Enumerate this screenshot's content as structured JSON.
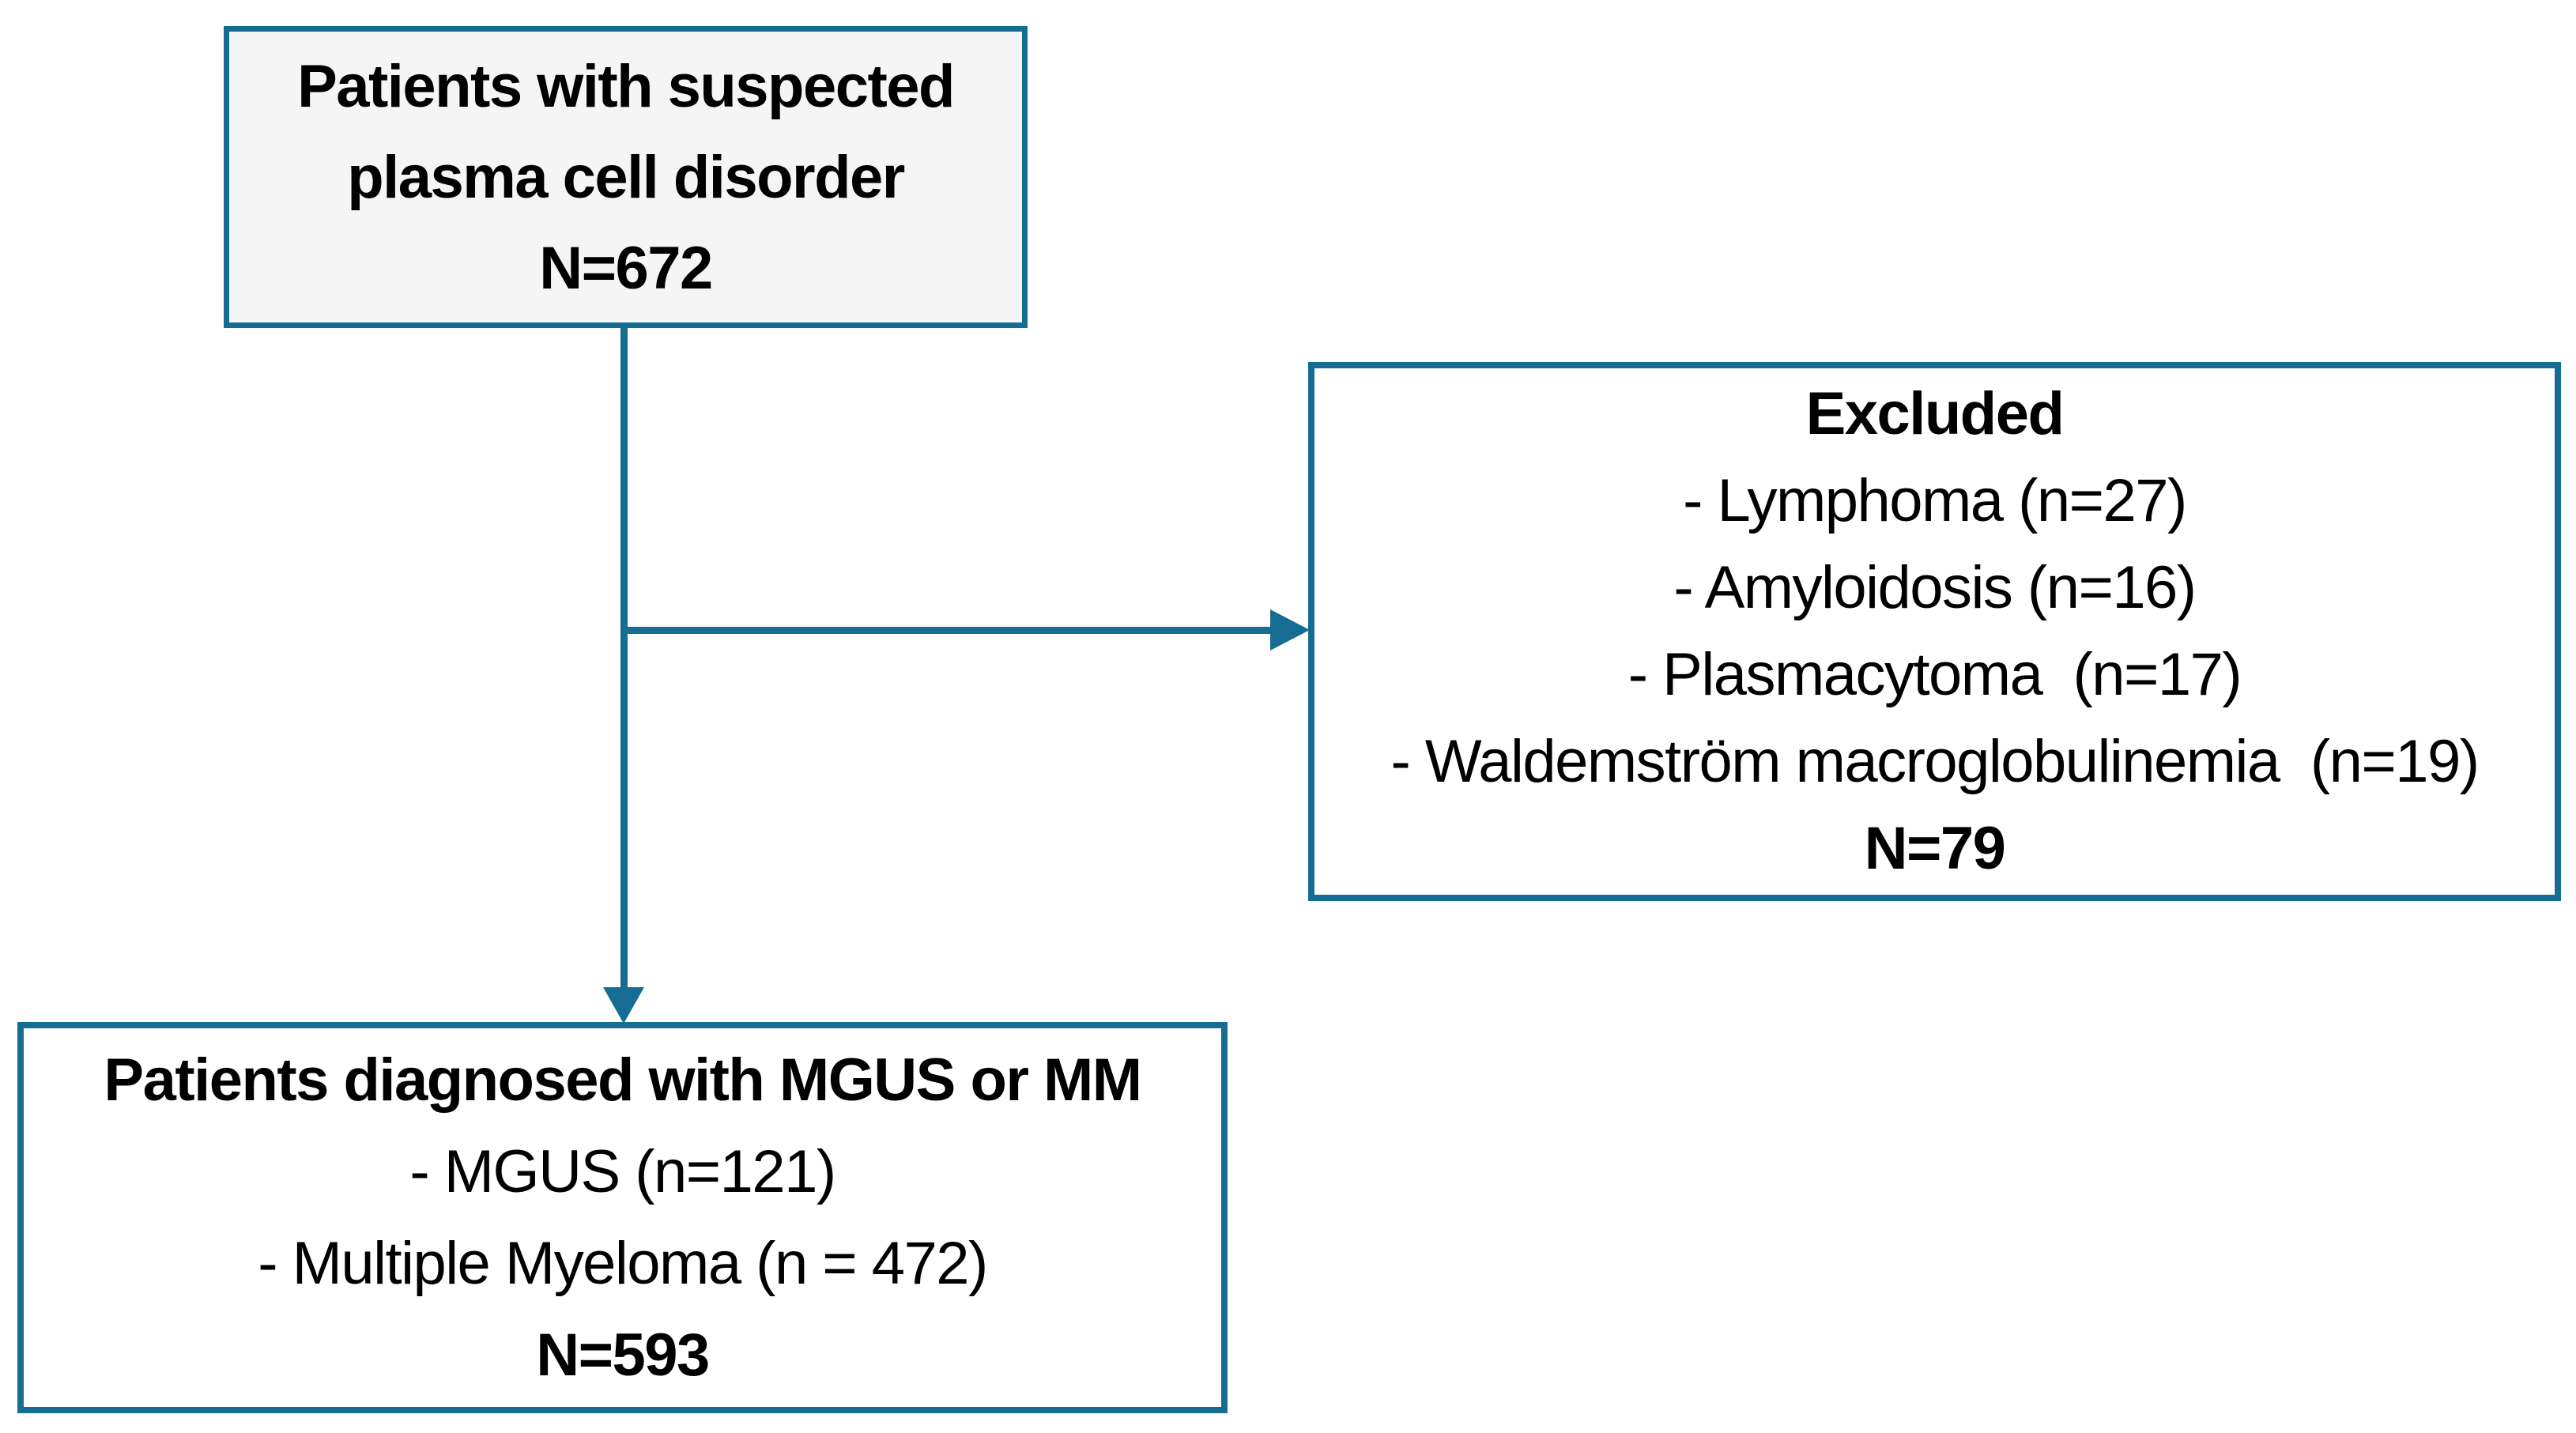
{
  "flowchart": {
    "colors": {
      "accent": "#156d93",
      "start_box_fill": "#f5f5f5",
      "box_fill": "#ffffff",
      "text": "#000000"
    },
    "start_box": {
      "line1": "Patients with suspected",
      "line2": "plasma cell disorder",
      "total": "N=672"
    },
    "excluded_box": {
      "title": "Excluded",
      "items": [
        "- Lymphoma (n=27)",
        "- Amyloidosis (n=16)",
        "- Plasmacytoma  (n=17)",
        "- Waldemström macroglobulinemia  (n=19)"
      ],
      "total": "N=79"
    },
    "outcome_box": {
      "title": "Patients diagnosed with MGUS or MM",
      "items": [
        "- MGUS (n=121)",
        "- Multiple Myeloma (n = 472)"
      ],
      "total": "N=593"
    }
  }
}
